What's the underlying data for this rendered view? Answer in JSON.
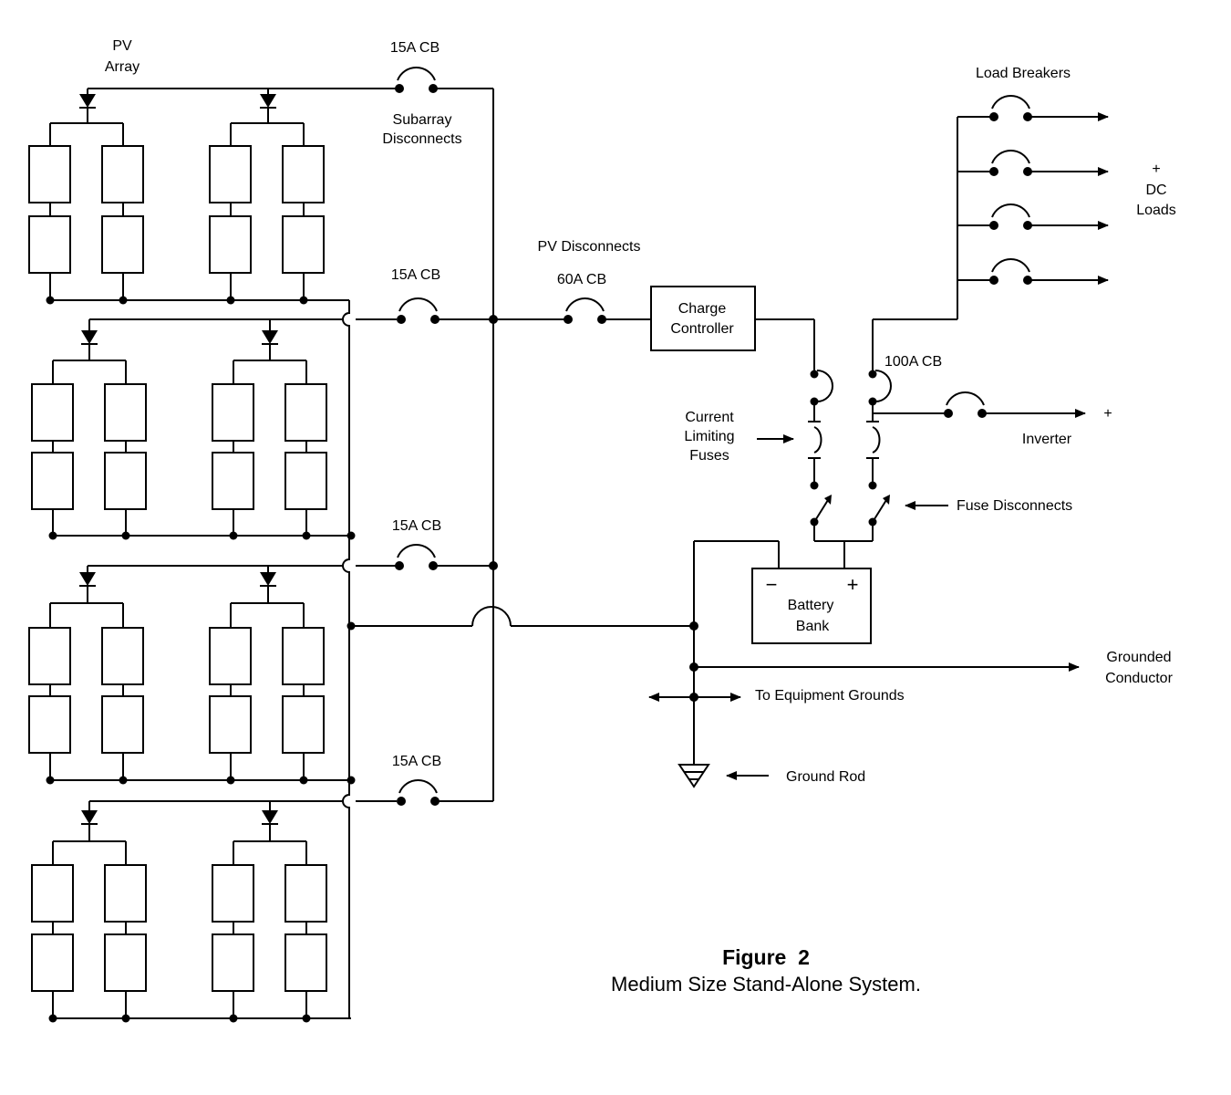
{
  "labels": {
    "pv_array_1": "PV",
    "pv_array_2": "Array",
    "cb_15a": "15A CB",
    "subarray_disconnects_1": "Subarray",
    "subarray_disconnects_2": "Disconnects",
    "pv_disconnects": "PV Disconnects",
    "cb_60a": "60A CB",
    "charge_controller_1": "Charge",
    "charge_controller_2": "Controller",
    "load_breakers": "Load Breakers",
    "dc_loads_plus": "+",
    "dc_loads_1": "DC",
    "dc_loads_2": "Loads",
    "cb_100a": "100A CB",
    "inverter": "Inverter",
    "inverter_plus": "+",
    "current_limiting_1": "Current",
    "current_limiting_2": "Limiting",
    "current_limiting_3": "Fuses",
    "fuse_disconnects": "Fuse Disconnects",
    "battery_minus": "−",
    "battery_plus": "+",
    "battery_1": "Battery",
    "battery_2": "Bank",
    "grounded_1": "Grounded",
    "grounded_2": "Conductor",
    "equipment_grounds": "To Equipment Grounds",
    "ground_rod": "Ground Rod"
  },
  "figure": {
    "number": "Figure  2",
    "caption": "Medium Size Stand-Alone System."
  }
}
